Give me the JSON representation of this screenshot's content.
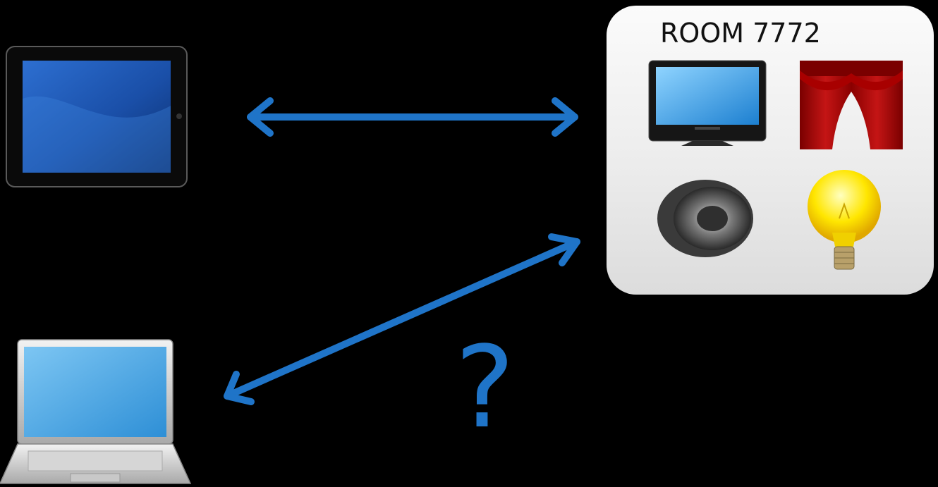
{
  "room": {
    "title": "ROOM 7772",
    "devices": [
      "tv-icon",
      "curtain-icon",
      "speaker-icon",
      "light-bulb-icon"
    ]
  },
  "clients": [
    "tablet-icon",
    "laptop-icon"
  ],
  "connections": [
    {
      "from": "tablet-icon",
      "to": "room-panel",
      "type": "bidirectional"
    },
    {
      "from": "laptop-icon",
      "to": "room-panel",
      "type": "bidirectional"
    }
  ],
  "question_mark": "?",
  "colors": {
    "background": "#000000",
    "arrow": "#1f74c8",
    "panel": "#eeeeee",
    "question": "#1f74c8"
  }
}
